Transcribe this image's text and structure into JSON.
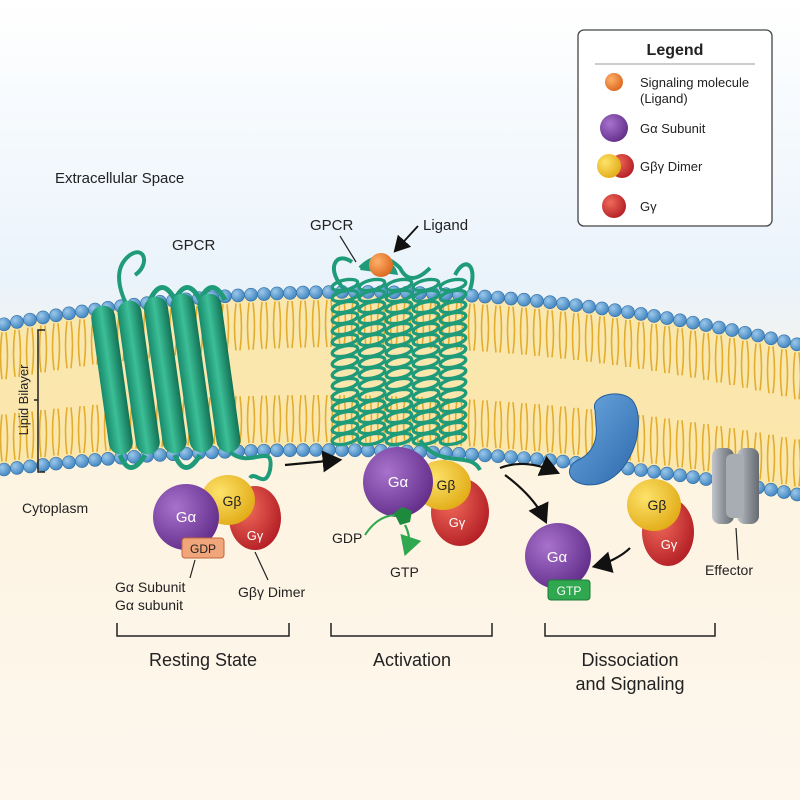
{
  "regions": {
    "extracellular": "Extracellular Space",
    "cytoplasm": "Cytoplasm",
    "bilayer": "Lipid Bilayer"
  },
  "legend": {
    "title": "Legend",
    "items": [
      {
        "line1": "Signaling molecule",
        "line2": "(Ligand)",
        "color": "#ee7d22"
      },
      {
        "line1": "Gα Subunit",
        "line2": "",
        "color": "#7b3fa3"
      },
      {
        "line1": "Gβγ Dimer",
        "line2": "",
        "color": "#f2c41a"
      },
      {
        "line1": "Gγ",
        "line2": "",
        "color": "#d6252b"
      }
    ]
  },
  "labels": {
    "gpcr_resting": "GPCR",
    "gpcr_active": "GPCR",
    "ligand": "Ligand",
    "galpha": "Gα",
    "gbeta": "Gβ",
    "ggamma": "Gγ",
    "gdp": "GDP",
    "gtp": "GTP",
    "galpha_subunit_1": "Gα Subunit",
    "galpha_subunit_2": "Gα subunit",
    "gbg_dimer": "Gβγ Dimer",
    "gdp_release": "GDP",
    "gtp_binding": "GTP",
    "effector": "Effector"
  },
  "stages": {
    "resting": "Resting State",
    "activation": "Activation",
    "dissociation_1": "Dissociation",
    "dissociation_2": "and Signaling"
  },
  "colors": {
    "receptor": "#1f9b7a",
    "receptor_dark": "#117a5e",
    "galpha": "#7b3fa3",
    "gbeta": "#f2c41a",
    "ggamma": "#d6252b",
    "gdp": "#f0a57a",
    "gtp": "#2fa84f",
    "ligand": "#ee7d22",
    "lipid_head": "#4e95cf",
    "lipid_tail": "#e9bb3e",
    "effector": "#3a7cc4",
    "channel": "#8a8f96"
  }
}
